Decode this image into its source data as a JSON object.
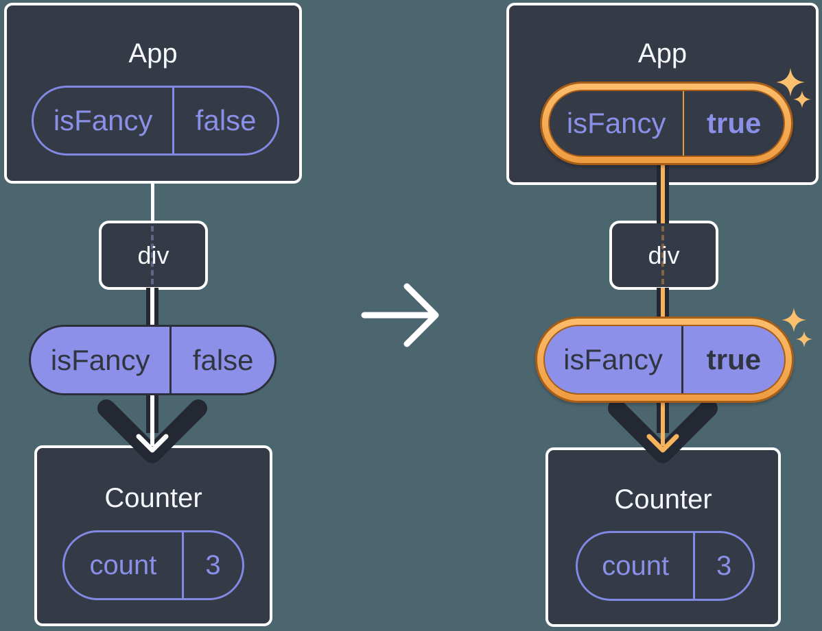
{
  "panels": {
    "before": {
      "app": {
        "title": "App"
      },
      "app_prop": {
        "name": "isFancy",
        "value": "false"
      },
      "div_label": "div",
      "passed_prop": {
        "name": "isFancy",
        "value": "false"
      },
      "counter": {
        "title": "Counter"
      },
      "counter_state": {
        "name": "count",
        "value": "3"
      }
    },
    "after": {
      "app": {
        "title": "App"
      },
      "app_prop": {
        "name": "isFancy",
        "value": "true"
      },
      "div_label": "div",
      "passed_prop": {
        "name": "isFancy",
        "value": "true"
      },
      "counter": {
        "title": "Counter"
      },
      "counter_state": {
        "name": "count",
        "value": "3"
      }
    }
  },
  "colors": {
    "background": "#4C6670",
    "card": "#343A46",
    "card_border": "#FFFFFF",
    "accent_purple": "#8A90E8",
    "purple_fill": "#8C90E8",
    "dark_text_on_purple": "#30353F",
    "arrow_dark": "#232832",
    "highlight_orange": "#F8AC51",
    "highlight_orange_dark": "#A85D17",
    "sparkle_orange": "#FBC06E"
  }
}
